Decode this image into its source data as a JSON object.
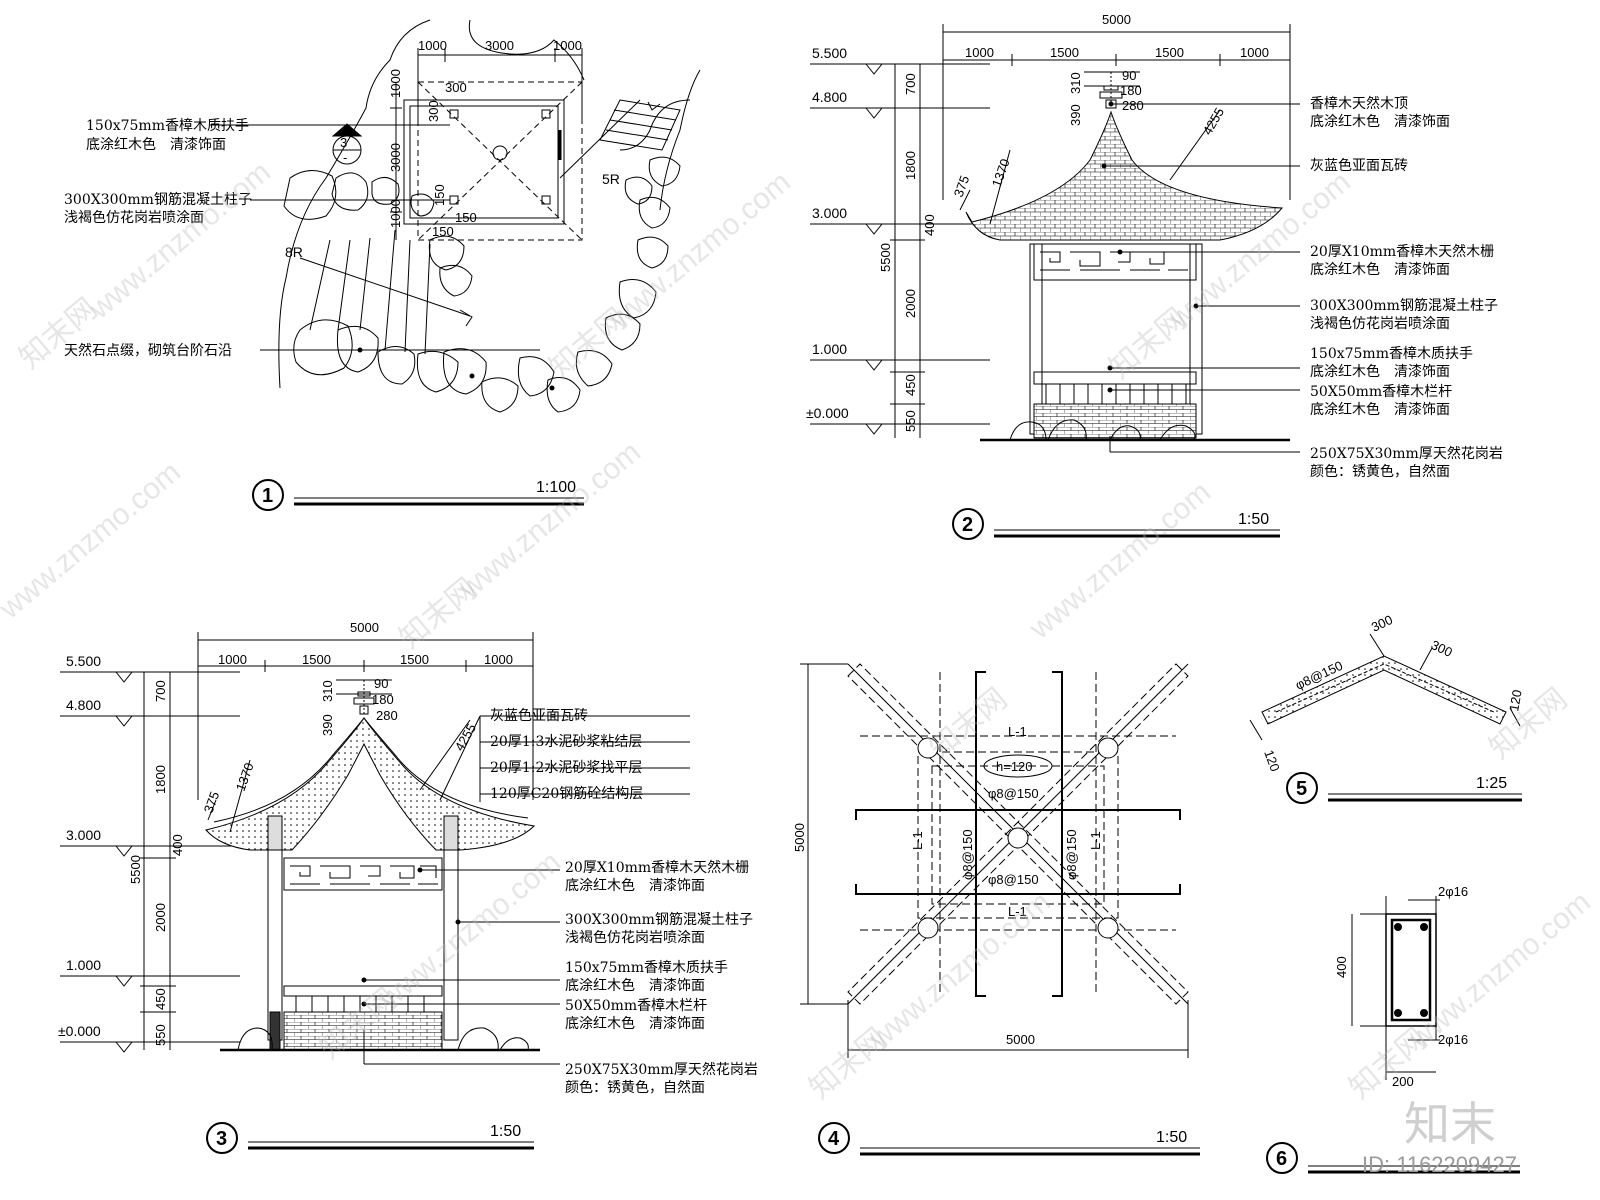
{
  "panels": {
    "p1": {
      "number": "1",
      "scale": "1:100",
      "dims": [
        "1000",
        "3000",
        "1000",
        "1000",
        "3000",
        "1000",
        "300",
        "300",
        "150",
        "150",
        "150"
      ],
      "marker": {
        "top": "3",
        "bottom": "-"
      },
      "radii": [
        "5R",
        "8R"
      ],
      "notes": [
        [
          "150x75mm香樟木质扶手",
          "底涂红木色　清漆饰面"
        ],
        [
          "300X300mm钢筋混凝土柱子",
          "浅褐色仿花岗岩喷涂面"
        ],
        [
          "天然石点缀，砌筑台阶石沿"
        ]
      ]
    },
    "p2": {
      "number": "2",
      "scale": "1:50",
      "dims_top": [
        "5000",
        "1000",
        "1500",
        "1500",
        "1000"
      ],
      "dims_spire": [
        "310",
        "90",
        "180",
        "390",
        "280"
      ],
      "dims_slope": [
        "1370",
        "375",
        "4255"
      ],
      "levels": [
        "5.500",
        "4.800",
        "3.000",
        "1.000",
        "±0.000"
      ],
      "dims_vert": [
        "700",
        "1800",
        "400",
        "5500",
        "2000",
        "450",
        "550"
      ],
      "notes": [
        [
          "香樟木天然木顶",
          "底涂红木色　清漆饰面"
        ],
        [
          "灰蓝色亚面瓦砖"
        ],
        [
          "20厚X10mm香樟木天然木栅",
          "底涂红木色　清漆饰面"
        ],
        [
          "300X300mm钢筋混凝土柱子",
          "浅褐色仿花岗岩喷涂面"
        ],
        [
          "150x75mm香樟木质扶手",
          "底涂红木色　清漆饰面"
        ],
        [
          "50X50mm香樟木栏杆",
          "底涂红木色　清漆饰面"
        ],
        [
          "250X75X30mm厚天然花岗岩",
          "颜色：锈黄色，自然面"
        ]
      ]
    },
    "p3": {
      "number": "3",
      "scale": "1:50",
      "dims_top": [
        "5000",
        "1000",
        "1500",
        "1500",
        "1000"
      ],
      "dims_spire": [
        "310",
        "90",
        "180",
        "390",
        "280"
      ],
      "dims_slope": [
        "1370",
        "375",
        "4255"
      ],
      "levels": [
        "5.500",
        "4.800",
        "3.000",
        "1.000",
        "±0.000"
      ],
      "dims_vert": [
        "700",
        "1800",
        "400",
        "5500",
        "2000",
        "450",
        "550"
      ],
      "roof_layers": [
        "灰蓝色亚面瓦砖",
        "20厚1:3水泥砂浆粘结层",
        "20厚1:2水泥砂浆找平层",
        "120厚C20钢筋砼结构层"
      ],
      "notes": [
        [
          "20厚X10mm香樟木天然木栅",
          "底涂红木色　清漆饰面"
        ],
        [
          "300X300mm钢筋混凝土柱子",
          "浅褐色仿花岗岩喷涂面"
        ],
        [
          "150x75mm香樟木质扶手",
          "底涂红木色　清漆饰面"
        ],
        [
          "50X50mm香樟木栏杆",
          "底涂红木色　清漆饰面"
        ],
        [
          "250X75X30mm厚天然花岗岩",
          "颜色：锈黄色，自然面"
        ]
      ]
    },
    "p4": {
      "number": "4",
      "scale": "1:50",
      "beam": "L-1",
      "thickness": "h=120",
      "rebar": "φ8@150",
      "dim_h": "5000",
      "dim_v": "5000"
    },
    "p5": {
      "number": "5",
      "scale": "1:25",
      "labels": [
        "φ8@150",
        "300",
        "300",
        "120",
        "120"
      ]
    },
    "p6": {
      "number": "6",
      "labels": [
        "2φ16",
        "2φ16",
        "400",
        "200"
      ]
    }
  },
  "watermark": {
    "site": "www.znzmo.com",
    "cn": "知末网",
    "brand": "知末",
    "id": "ID: 1162209427"
  }
}
